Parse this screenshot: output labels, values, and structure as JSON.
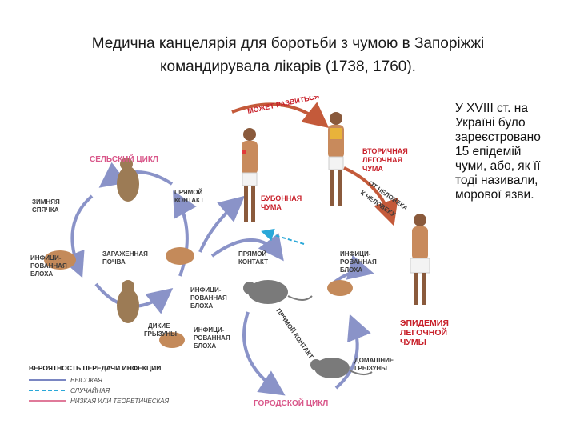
{
  "title_line1": "Медична канцелярія для боротьби з чумою в Запоріжжі",
  "title_line2": "командирувала лікарів (1738, 1760).",
  "side_note": [
    "У XVIII ст. на",
    "Україні було",
    "зареєстровано",
    "15 епідемій",
    "чуми, або, як її",
    "тоді називали,",
    "морової язви."
  ],
  "diagram": {
    "rural_cycle": "СЕЛЬСКИЙ ЦИКЛ",
    "urban_cycle": "ГОРОДСКОЙ ЦИКЛ",
    "may_develop": "МОЖЕТ РАЗВИТЬСЯ",
    "bubonic_plague": [
      "БУБОННАЯ",
      "ЧУМА"
    ],
    "secondary_pneumonic": [
      "ВТОРИЧНАЯ",
      "ЛЕГОЧНАЯ",
      "ЧУМА"
    ],
    "pneumonic_epidemic": [
      "ЭПИДЕМИЯ",
      "ЛЕГОЧНОЙ",
      "ЧУМЫ"
    ],
    "person_to_person": [
      "ОТ ЧЕЛОВЕКА",
      "К ЧЕЛОВЕКУ"
    ],
    "winter_hibernation": [
      "ЗИМНЯЯ",
      "СПЯЧКА"
    ],
    "direct_contact_top": [
      "ПРЯМОЙ",
      "КОНТАКТ"
    ],
    "infected_flea_left": [
      "ИНФИЦИ-",
      "РОВАННАЯ",
      "БЛОХА"
    ],
    "contaminated_soil": [
      "ЗАРАЖЕННАЯ",
      "ПОЧВА"
    ],
    "direct_contact_mid": [
      "ПРЯМОЙ",
      "КОНТАКТ"
    ],
    "infected_flea_right": [
      "ИНФИЦИ-",
      "РОВАННАЯ",
      "БЛОХА"
    ],
    "infected_flea_center": [
      "ИНФИЦИ-",
      "РОВАННАЯ",
      "БЛОХА"
    ],
    "wild_rodents": [
      "ДИКИЕ",
      "ГРЫЗУНЫ"
    ],
    "infected_flea_bottom": [
      "ИНФИЦИ-",
      "РОВАННАЯ",
      "БЛОХА"
    ],
    "direct_contact_diag": "ПРЯМОЙ КОНТАКТ",
    "domestic_rodents": [
      "ДОМАШНИЕ",
      "ГРЫЗУНЫ"
    ]
  },
  "legend": {
    "title": "ВЕРОЯТНОСТЬ ПЕРЕДАЧИ ИНФЕКЦИИ",
    "items": [
      {
        "label": "ВЫСОКАЯ",
        "color": "#7a86c2"
      },
      {
        "label": "СЛУЧАЙНАЯ",
        "color": "#2aa8d8"
      },
      {
        "label": "НИЗКАЯ ИЛИ ТЕОРЕТИЧЕСКАЯ",
        "color": "#e07a9a"
      }
    ]
  },
  "colors": {
    "arrow_high": "#8a93c8",
    "arrow_random": "#2aa8d8",
    "arrow_low": "#e07a9a",
    "accent_red": "#c8202a",
    "accent_pink": "#d9578a"
  }
}
